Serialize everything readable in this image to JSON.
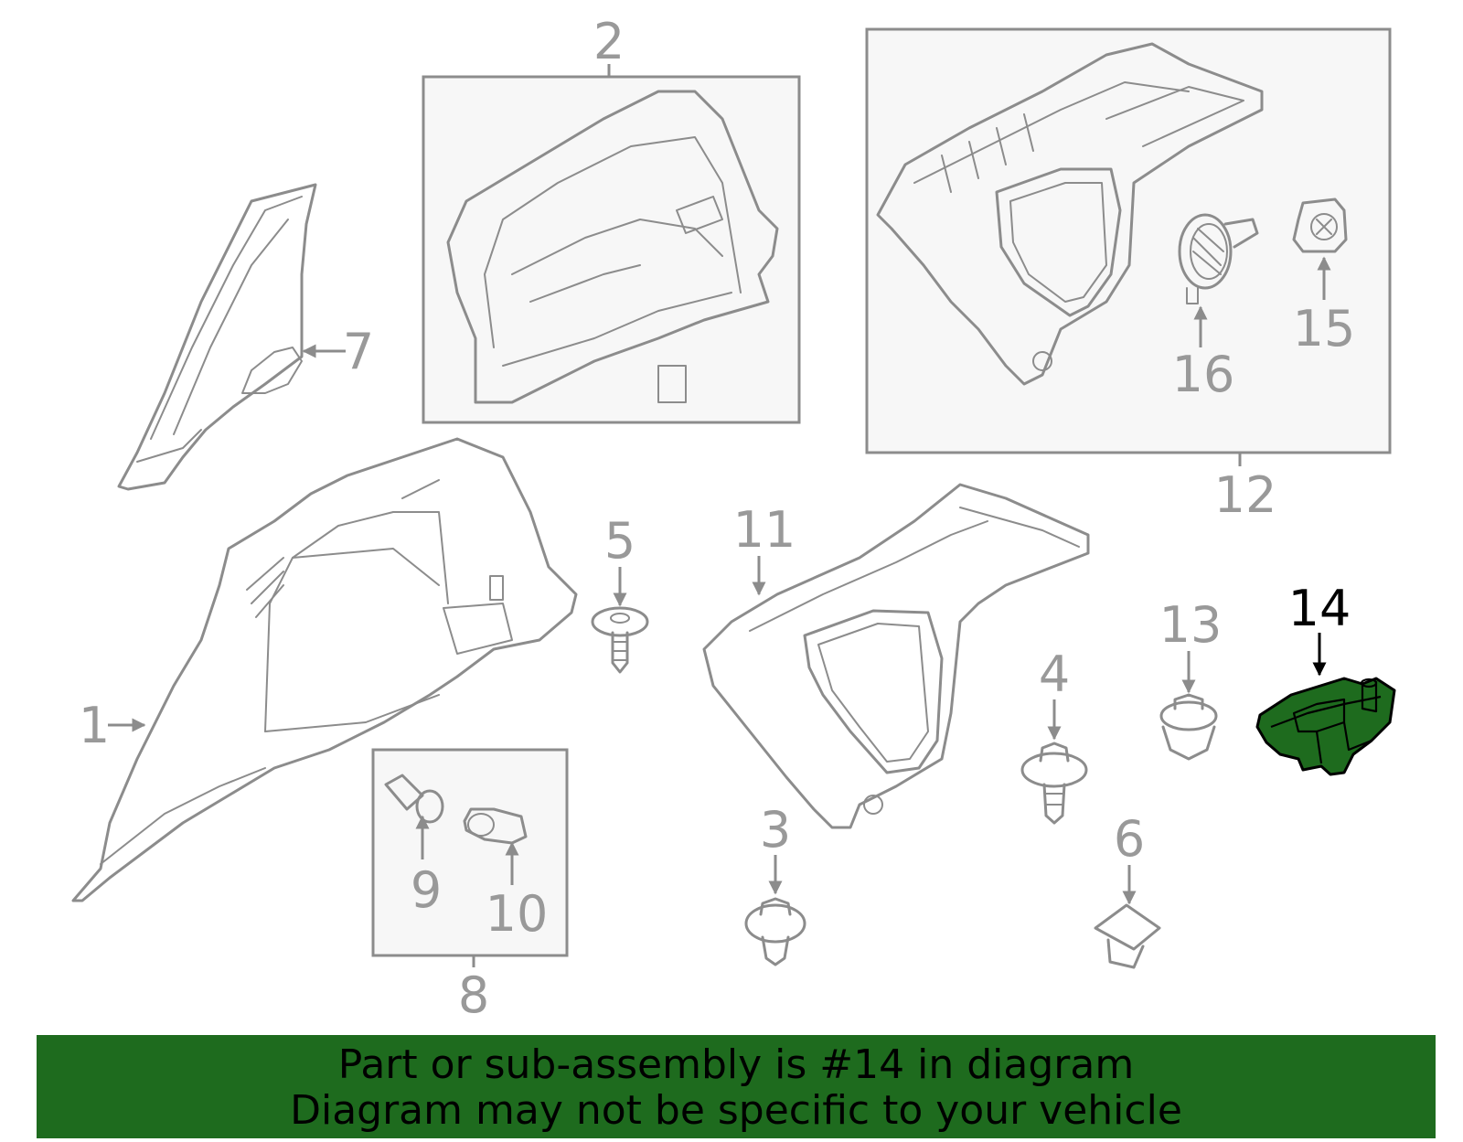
{
  "callouts": [
    {
      "id": "1",
      "label": "1"
    },
    {
      "id": "2",
      "label": "2"
    },
    {
      "id": "3",
      "label": "3"
    },
    {
      "id": "4",
      "label": "4"
    },
    {
      "id": "5",
      "label": "5"
    },
    {
      "id": "6",
      "label": "6"
    },
    {
      "id": "7",
      "label": "7"
    },
    {
      "id": "8",
      "label": "8"
    },
    {
      "id": "9",
      "label": "9"
    },
    {
      "id": "10",
      "label": "10"
    },
    {
      "id": "11",
      "label": "11"
    },
    {
      "id": "12",
      "label": "12"
    },
    {
      "id": "13",
      "label": "13"
    },
    {
      "id": "14",
      "label": "14"
    },
    {
      "id": "15",
      "label": "15"
    },
    {
      "id": "16",
      "label": "16"
    }
  ],
  "highlighted_part": "14",
  "banner": {
    "line1": "Part or sub-assembly is #14 in diagram",
    "line2": "Diagram may not be specific to your vehicle"
  },
  "colors": {
    "banner_bg": "#1e6b1e",
    "highlight": "#1e6b1e",
    "line_art": "#8c8c8c",
    "box_fill": "#f7f7f7"
  }
}
